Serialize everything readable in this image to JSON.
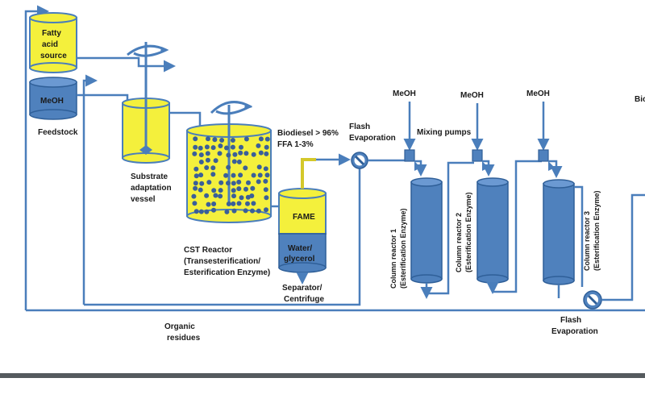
{
  "labels": {
    "fatty_acid": [
      "Fatty",
      "acid",
      "source"
    ],
    "meoh_tank": "MeOH",
    "feedstock": "Feedstock",
    "substrate_vessel": [
      "Substrate",
      "adaptation",
      "vessel"
    ],
    "cst_reactor": [
      "CST Reactor",
      "(Transesterification/",
      "Esterification Enzyme)"
    ],
    "biodiesel": [
      "Biodiesel > 96%",
      "FFA 1-3%"
    ],
    "fame": "FAME",
    "water_glycerol": [
      "Water/",
      "glycerol"
    ],
    "separator": [
      "Separator/",
      "Centrifuge"
    ],
    "flash_evap_1": [
      "Flash",
      "Evaporation"
    ],
    "meoh_inputs": [
      "MeOH",
      "MeOH",
      "MeOH"
    ],
    "mixing_pumps": "Mixing pumps",
    "column_reactors": [
      [
        "Column reactor 1",
        "(Esterification Enzyme)"
      ],
      [
        "Column reactor 2",
        "(Esterification Enzyme)"
      ],
      [
        "Column reactor 3",
        "(Esterification Enzyme)"
      ]
    ],
    "flash_evap_2": [
      "Flash",
      "Evaporation"
    ],
    "organic_residues": [
      "Organic",
      "residues"
    ],
    "cut_off_label": "Bio"
  },
  "colors": {
    "pipe_blue": "#4a7ebb",
    "vessel_blue": "#4f81bd",
    "vessel_yellow": "#f4f03c",
    "bottom_bar": "#555a5e"
  }
}
